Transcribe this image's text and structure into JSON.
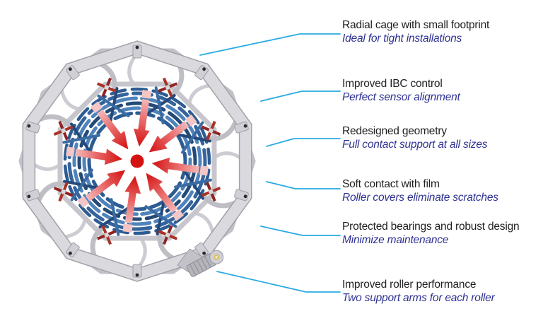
{
  "annotations": [
    {
      "title": "Radial cage with small footprint",
      "subtitle": "Ideal for tight installations"
    },
    {
      "title": "Improved IBC control",
      "subtitle": "Perfect sensor alignment"
    },
    {
      "title": "Redesigned geometry",
      "subtitle": "Full contact support at all sizes"
    },
    {
      "title": "Soft contact with film",
      "subtitle": "Roller covers eliminate scratches"
    },
    {
      "title": "Protected bearings and robust design",
      "subtitle": "Minimize maintenance"
    },
    {
      "title": "Improved roller performance",
      "subtitle": "Two support arms for each roller"
    }
  ],
  "colors": {
    "callout_line": "#29ABE2",
    "title_text": "#1F1F1F",
    "subtitle_text": "#2E3192",
    "arrow_red": "#D31212",
    "arrow_pink": "#F6CBCB",
    "roller_blue": "#3F74AD",
    "roller_blue_dark": "#244A77",
    "cage_gray": "#D9D9DE",
    "clamp_red": "#8F2424"
  }
}
